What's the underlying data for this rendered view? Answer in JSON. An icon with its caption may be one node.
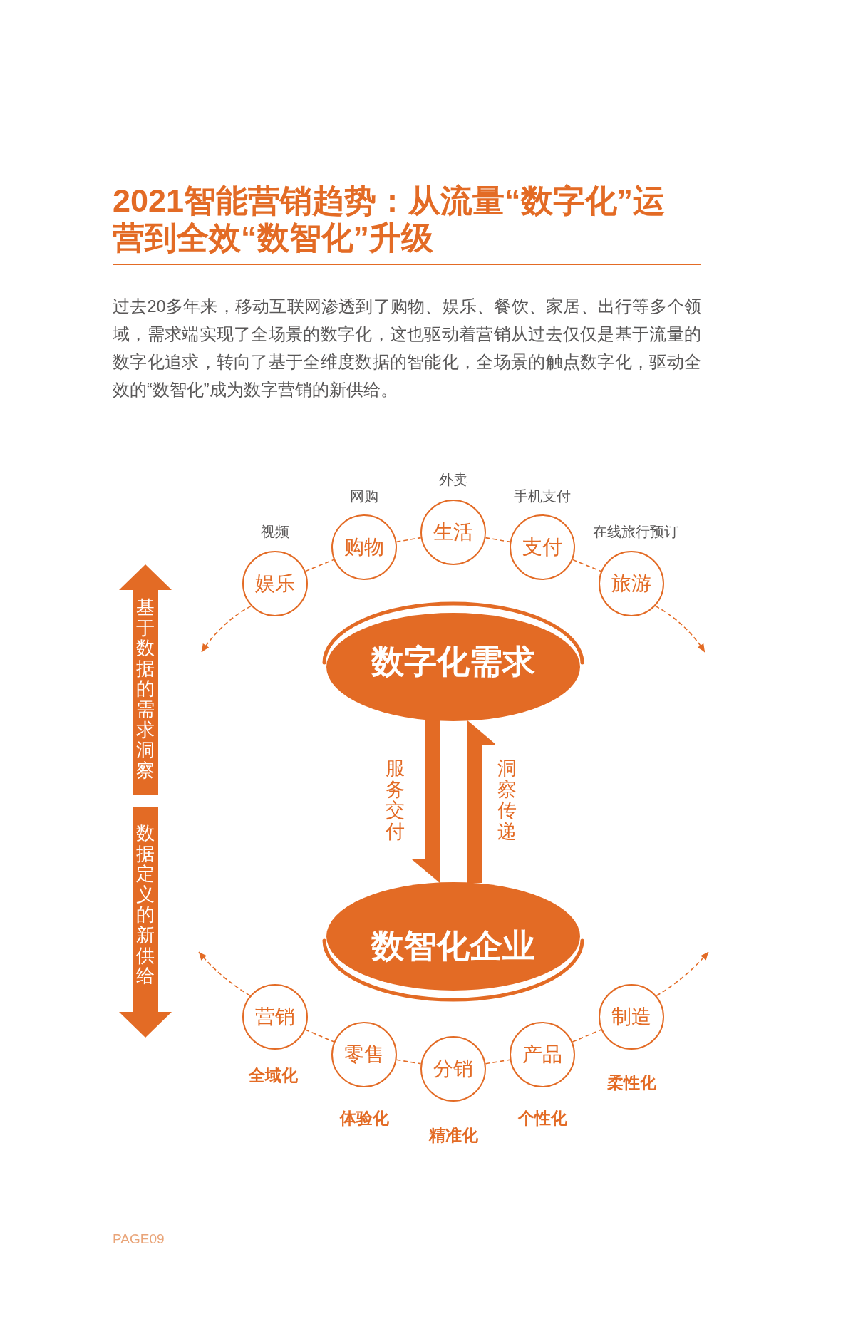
{
  "diagram": {
    "title": "2021智能营销趋势：从流量“数字化”运营到全效“数智化”升级",
    "nodes": [
      {
        "text": [
          "娱乐"
        ],
        "beside": [
          "视频"
        ]
      },
      {
        "text": [
          "购物"
        ],
        "beside": [
          "网购"
        ]
      },
      {
        "text": [
          "生活"
        ],
        "beside": [
          "外卖"
        ]
      },
      {
        "text": [
          "支付"
        ],
        "beside": [
          "手机支付"
        ]
      },
      {
        "text": [
          "旅游"
        ],
        "beside": [
          "在线旅行预订"
        ]
      },
      {
        "text": [
          "基于数据的需求洞察"
        ]
      },
      {
        "text": [
          "数字化需求"
        ]
      },
      {
        "text": [
          "数据定义的新供给"
        ]
      },
      {
        "text": [
          "数智化企业"
        ]
      },
      {
        "text": [
          "营销"
        ],
        "beside": [
          "全域化"
        ]
      },
      {
        "text": [
          "零售"
        ],
        "beside": [
          "体验化"
        ]
      },
      {
        "text": [
          "分销"
        ],
        "beside": [
          "精准化"
        ]
      },
      {
        "text": [
          "产品"
        ],
        "beside": [
          "个性化"
        ]
      },
      {
        "text": [
          "制造"
        ],
        "beside": [
          "柔性化"
        ]
      }
    ],
    "edges": [
      {
        "from": 0,
        "to": 1,
        "arrow": "none",
        "style": "dashed"
      },
      {
        "from": 1,
        "to": 2,
        "arrow": "none",
        "style": "dashed"
      },
      {
        "from": 2,
        "to": 3,
        "arrow": "none",
        "style": "dashed"
      },
      {
        "from": 3,
        "to": 4,
        "arrow": "none",
        "style": "dashed"
      },
      {
        "from": 0,
        "to": null,
        "arrow": "to",
        "style": "dashed"
      },
      {
        "from": 4,
        "to": null,
        "arrow": "to",
        "style": "dashed"
      },
      {
        "from": 6,
        "to": 8,
        "arrow": "to",
        "label": "服务交付",
        "style": "thick"
      },
      {
        "from": 8,
        "to": 6,
        "arrow": "to",
        "label": "洞察传递",
        "style": "thick"
      },
      {
        "from": 9,
        "to": 10,
        "arrow": "none",
        "style": "dashed"
      },
      {
        "from": 10,
        "to": 11,
        "arrow": "none",
        "style": "dashed"
      },
      {
        "from": 11,
        "to": 12,
        "arrow": "none",
        "style": "dashed"
      },
      {
        "from": 12,
        "to": 13,
        "arrow": "none",
        "style": "dashed"
      },
      {
        "from": 9,
        "to": null,
        "arrow": "to",
        "style": "dashed"
      },
      {
        "from": 13,
        "to": null,
        "arrow": "to",
        "style": "dashed"
      }
    ],
    "labels": [
      "过去20多年来，移动互联网渗透到了购物、娱乐、餐饮、家居、出行等多个领域，需求端实现了全场景的数字化，这也驱动着营销从过去仅仅是基于流量的数字化追求，转向了基于全维度数据的智能化，全场景的触点数字化，驱动全效的“数智化”成为数字营销的新供给。",
      "PAGE09"
    ]
  }
}
